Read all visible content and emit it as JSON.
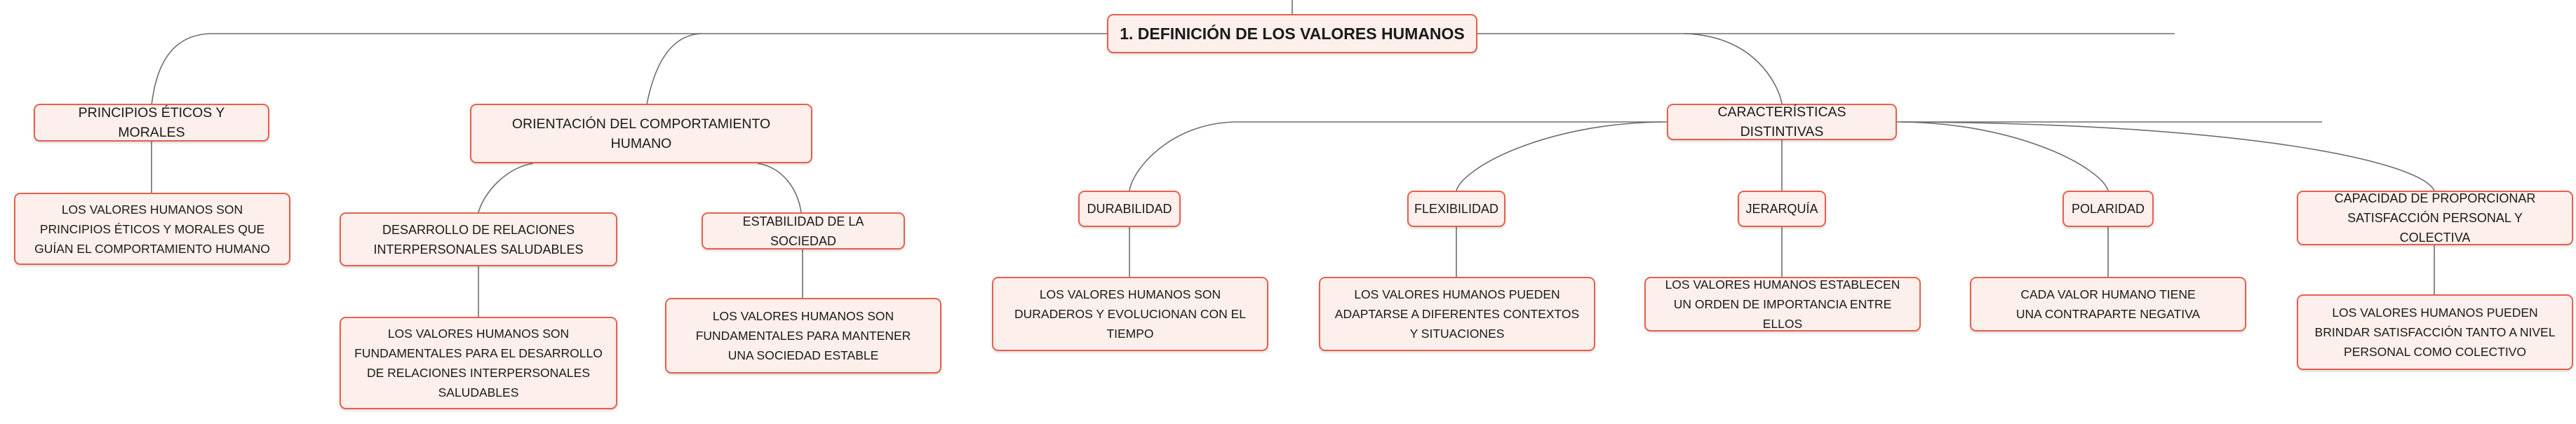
{
  "colors": {
    "node_border": "#e8604c",
    "node_fill": "#fdefeb",
    "line": "#6e6e6e"
  },
  "root": {
    "label": "1. DEFINICIÓN DE LOS VALORES HUMANOS"
  },
  "branches": {
    "principios": {
      "label": "PRINCIPIOS ÉTICOS Y MORALES",
      "detail": "LOS VALORES HUMANOS SON PRINCIPIOS ÉTICOS Y MORALES QUE GUÍAN EL COMPORTAMIENTO HUMANO"
    },
    "orientacion": {
      "label": "ORIENTACIÓN DEL COMPORTAMIENTO HUMANO",
      "children": {
        "desarrollo": {
          "label": "DESARROLLO DE RELACIONES INTERPERSONALES SALUDABLES",
          "detail": "LOS VALORES HUMANOS SON FUNDAMENTALES PARA EL DESARROLLO DE RELACIONES INTERPERSONALES SALUDABLES"
        },
        "estabilidad": {
          "label": "ESTABILIDAD DE LA SOCIEDAD",
          "detail": "LOS VALORES HUMANOS SON FUNDAMENTALES PARA MANTENER UNA SOCIEDAD ESTABLE"
        }
      }
    },
    "caracteristicas": {
      "label": "CARACTERÍSTICAS DISTINTIVAS",
      "children": {
        "durabilidad": {
          "label": "DURABILIDAD",
          "detail": "LOS VALORES HUMANOS SON DURADEROS Y EVOLUCIONAN CON EL TIEMPO"
        },
        "flexibilidad": {
          "label": "FLEXIBILIDAD",
          "detail": "LOS VALORES HUMANOS PUEDEN ADAPTARSE A DIFERENTES CONTEXTOS Y SITUACIONES"
        },
        "jerarquia": {
          "label": "JERARQUÍA",
          "detail": "LOS VALORES HUMANOS ESTABLECEN UN ORDEN DE IMPORTANCIA ENTRE ELLOS"
        },
        "polaridad": {
          "label": "POLARIDAD",
          "detail": "CADA VALOR HUMANO TIENE UNA CONTRAPARTE NEGATIVA"
        },
        "capacidad": {
          "label": "CAPACIDAD DE PROPORCIONAR SATISFACCIÓN PERSONAL Y COLECTIVA",
          "detail": "LOS VALORES HUMANOS PUEDEN BRINDAR SATISFACCIÓN TANTO A NIVEL PERSONAL COMO COLECTIVO"
        }
      }
    }
  }
}
